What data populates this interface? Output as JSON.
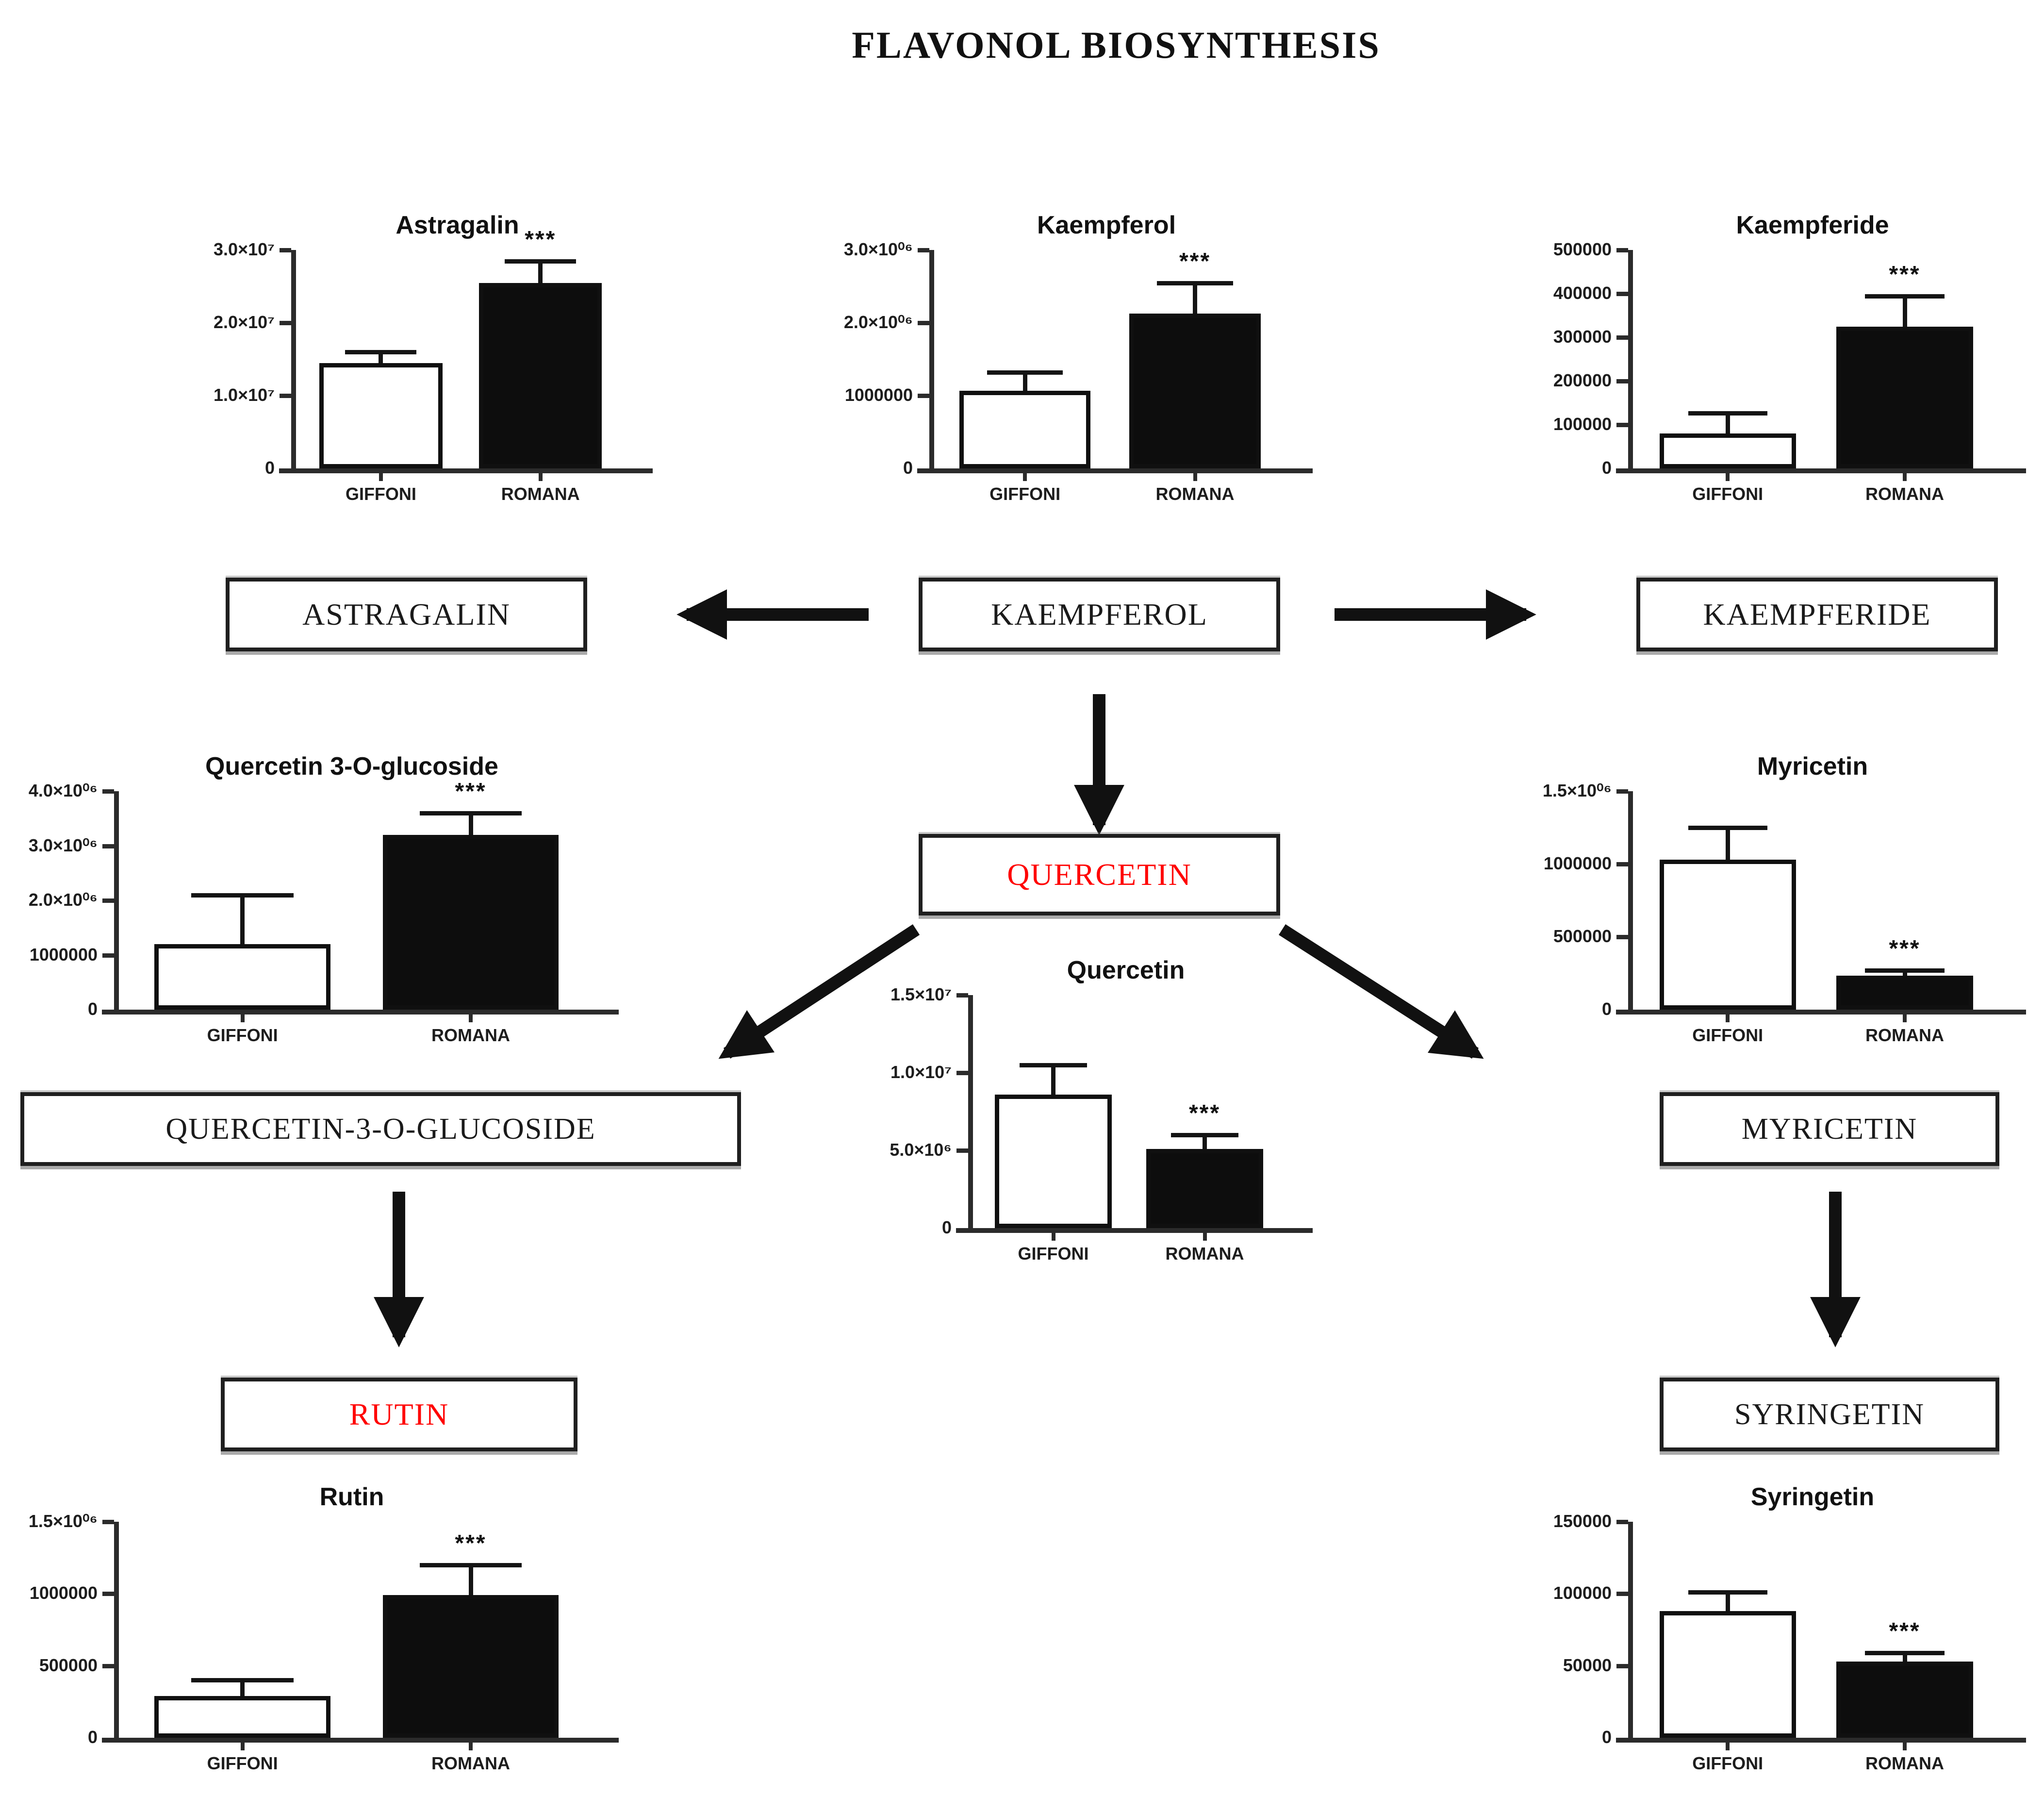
{
  "title": "FLAVONOL BIOSYNTHESIS",
  "significance_marker": "***",
  "colors": {
    "text_black": "#1a1a1a",
    "text_red": "#ff0000",
    "bar_white": "#ffffff",
    "bar_black": "#0d0d0d",
    "axis": "#2b2b2b"
  },
  "pathway_boxes": [
    {
      "key": "astragalin",
      "label": "ASTRAGALIN",
      "color": "#1a1a1a"
    },
    {
      "key": "kaempferol",
      "label": "KAEMPFEROL",
      "color": "#1a1a1a"
    },
    {
      "key": "kaempferide",
      "label": "KAEMPFERIDE",
      "color": "#1a1a1a"
    },
    {
      "key": "quercetin",
      "label": "QUERCETIN",
      "color": "#ff0000"
    },
    {
      "key": "q3g",
      "label": "QUERCETIN-3-O-GLUCOSIDE",
      "color": "#1a1a1a"
    },
    {
      "key": "myricetin",
      "label": "MYRICETIN",
      "color": "#1a1a1a"
    },
    {
      "key": "rutin",
      "label": "RUTIN",
      "color": "#ff0000"
    },
    {
      "key": "syringetin",
      "label": "SYRINGETIN",
      "color": "#1a1a1a"
    }
  ],
  "chart_data": [
    {
      "key": "astragalin",
      "type": "bar",
      "title": "Astragalin",
      "categories": [
        "GIFFONI",
        "ROMANA"
      ],
      "values": [
        14500000,
        25500000
      ],
      "error_top": [
        16000000,
        28500000
      ],
      "ylim": [
        0,
        30000000
      ],
      "yticks": [
        {
          "value": 0,
          "label": "0"
        },
        {
          "value": 10000000,
          "label": "1.0×10⁷"
        },
        {
          "value": 20000000,
          "label": "2.0×10⁷"
        },
        {
          "value": 30000000,
          "label": "3.0×10⁷"
        }
      ],
      "sig_bar": 1,
      "sig_text": "***"
    },
    {
      "key": "kaempferol",
      "type": "bar",
      "title": "Kaempferol",
      "categories": [
        "GIFFONI",
        "ROMANA"
      ],
      "values": [
        1070000,
        2130000
      ],
      "error_top": [
        1320000,
        2550000
      ],
      "ylim": [
        0,
        3000000
      ],
      "yticks": [
        {
          "value": 0,
          "label": "0"
        },
        {
          "value": 1000000,
          "label": "1000000"
        },
        {
          "value": 2000000,
          "label": "2.0×10⁰⁶"
        },
        {
          "value": 3000000,
          "label": "3.0×10⁰⁶"
        }
      ],
      "sig_bar": 1,
      "sig_text": "***"
    },
    {
      "key": "kaempferide",
      "type": "bar",
      "title": "Kaempferide",
      "categories": [
        "GIFFONI",
        "ROMANA"
      ],
      "values": [
        80000,
        325000
      ],
      "error_top": [
        127000,
        395000
      ],
      "ylim": [
        0,
        500000
      ],
      "yticks": [
        {
          "value": 0,
          "label": "0"
        },
        {
          "value": 100000,
          "label": "100000"
        },
        {
          "value": 200000,
          "label": "200000"
        },
        {
          "value": 300000,
          "label": "300000"
        },
        {
          "value": 400000,
          "label": "400000"
        },
        {
          "value": 500000,
          "label": "500000"
        }
      ],
      "sig_bar": 1,
      "sig_text": "***"
    },
    {
      "key": "q3g",
      "type": "bar",
      "title": "Quercetin 3-O-glucoside",
      "categories": [
        "GIFFONI",
        "ROMANA"
      ],
      "values": [
        1200000,
        3200000
      ],
      "error_top": [
        2100000,
        3600000
      ],
      "ylim": [
        0,
        4000000
      ],
      "yticks": [
        {
          "value": 0,
          "label": "0"
        },
        {
          "value": 1000000,
          "label": "1000000"
        },
        {
          "value": 2000000,
          "label": "2.0×10⁰⁶"
        },
        {
          "value": 3000000,
          "label": "3.0×10⁰⁶"
        },
        {
          "value": 4000000,
          "label": "4.0×10⁰⁶"
        }
      ],
      "sig_bar": 1,
      "sig_text": "***"
    },
    {
      "key": "quercetin",
      "type": "bar",
      "title": "Quercetin",
      "categories": [
        "GIFFONI",
        "ROMANA"
      ],
      "values": [
        8600000,
        5100000
      ],
      "error_top": [
        10500000,
        6000000
      ],
      "ylim": [
        0,
        15000000
      ],
      "yticks": [
        {
          "value": 0,
          "label": "0"
        },
        {
          "value": 5000000,
          "label": "5.0×10⁶"
        },
        {
          "value": 10000000,
          "label": "1.0×10⁷"
        },
        {
          "value": 15000000,
          "label": "1.5×10⁷"
        }
      ],
      "sig_bar": 1,
      "sig_text": "***"
    },
    {
      "key": "myricetin",
      "type": "bar",
      "title": "Myricetin",
      "categories": [
        "GIFFONI",
        "ROMANA"
      ],
      "values": [
        1030000,
        235000
      ],
      "error_top": [
        1250000,
        270000
      ],
      "ylim": [
        0,
        1500000
      ],
      "yticks": [
        {
          "value": 0,
          "label": "0"
        },
        {
          "value": 500000,
          "label": "500000"
        },
        {
          "value": 1000000,
          "label": "1000000"
        },
        {
          "value": 1500000,
          "label": "1.5×10⁰⁶"
        }
      ],
      "sig_bar": 1,
      "sig_text": "***"
    },
    {
      "key": "rutin",
      "type": "bar",
      "title": "Rutin",
      "categories": [
        "GIFFONI",
        "ROMANA"
      ],
      "values": [
        290000,
        990000
      ],
      "error_top": [
        400000,
        1200000
      ],
      "ylim": [
        0,
        1500000
      ],
      "yticks": [
        {
          "value": 0,
          "label": "0"
        },
        {
          "value": 500000,
          "label": "500000"
        },
        {
          "value": 1000000,
          "label": "1000000"
        },
        {
          "value": 1500000,
          "label": "1.5×10⁰⁶"
        }
      ],
      "sig_bar": 1,
      "sig_text": "***"
    },
    {
      "key": "syringetin",
      "type": "bar",
      "title": "Syringetin",
      "categories": [
        "GIFFONI",
        "ROMANA"
      ],
      "values": [
        88000,
        53000
      ],
      "error_top": [
        101000,
        59000
      ],
      "ylim": [
        0,
        150000
      ],
      "yticks": [
        {
          "value": 0,
          "label": "0"
        },
        {
          "value": 50000,
          "label": "50000"
        },
        {
          "value": 100000,
          "label": "100000"
        },
        {
          "value": 150000,
          "label": "150000"
        }
      ],
      "sig_bar": 1,
      "sig_text": "***"
    }
  ]
}
